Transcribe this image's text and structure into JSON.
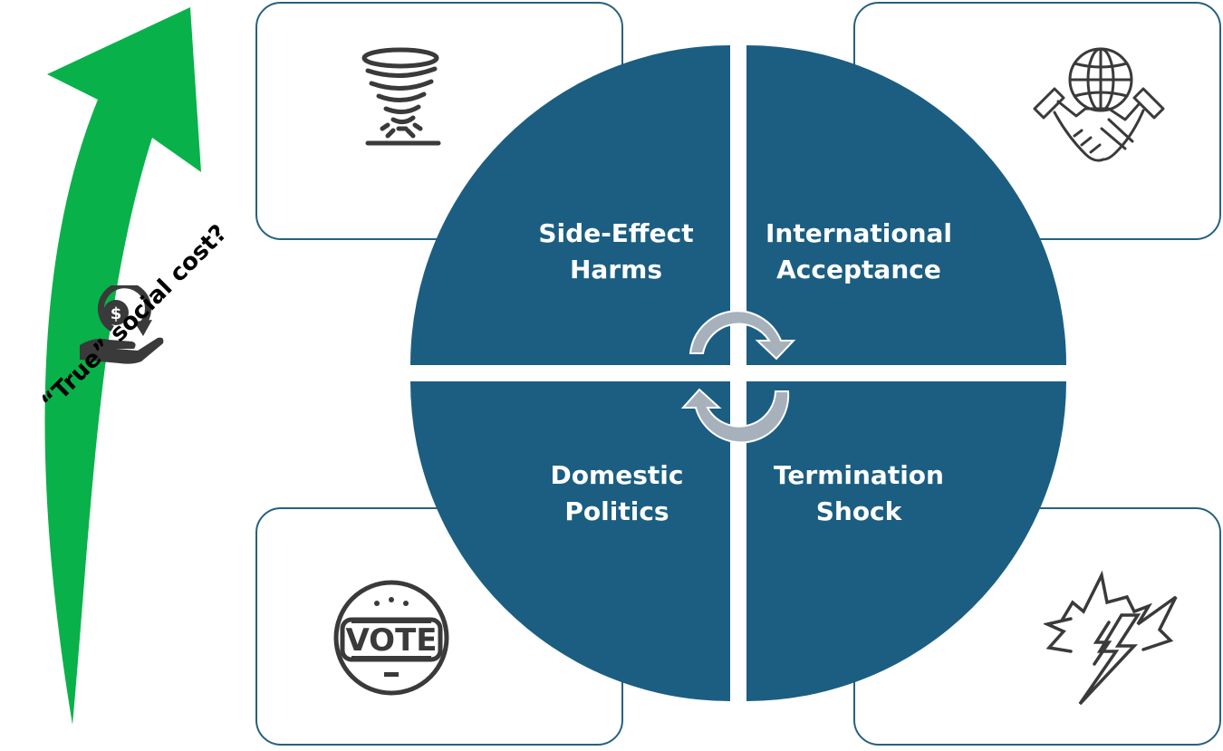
{
  "diagram": {
    "quadrants": [
      {
        "label": "Side-Effect\nHarms",
        "icon": "tornado-icon"
      },
      {
        "label": "International\nAcceptance",
        "icon": "globe-handshake-icon"
      },
      {
        "label": "Domestic\nPolitics",
        "icon": "vote-badge-icon"
      },
      {
        "label": "Termination\nShock",
        "icon": "explosion-lightning-icon"
      }
    ],
    "side_label": "“True” social cost?",
    "side_icon": "money-hand-icon",
    "colors": {
      "circle": "#1b5e82",
      "card_border": "#27617f",
      "arrow": "#09b14a",
      "cycle_arrows": "#a7b1bc",
      "icon_stroke": "#3a3a3a"
    }
  }
}
